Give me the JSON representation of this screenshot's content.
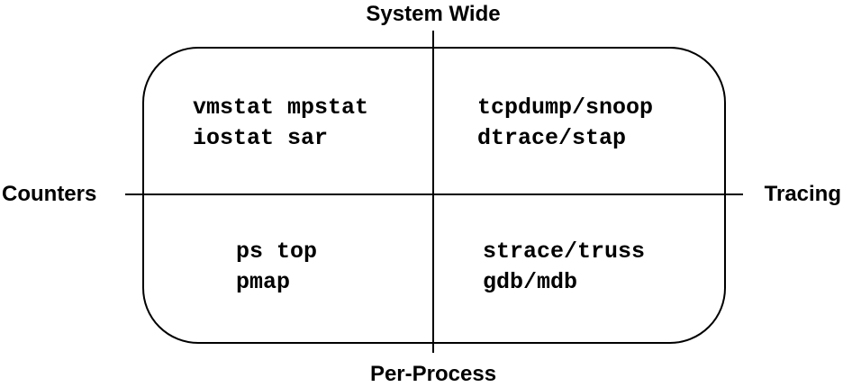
{
  "diagram": {
    "axis_labels": {
      "top": "System Wide",
      "bottom": "Per-Process",
      "left": "Counters",
      "right": "Tracing"
    },
    "quadrants": {
      "top_left": [
        "vmstat mpstat",
        "iostat sar"
      ],
      "top_right": [
        "tcpdump/snoop",
        "dtrace/stap"
      ],
      "bottom_left": [
        "ps top",
        "pmap"
      ],
      "bottom_right": [
        "strace/truss",
        "gdb/mdb"
      ]
    }
  }
}
